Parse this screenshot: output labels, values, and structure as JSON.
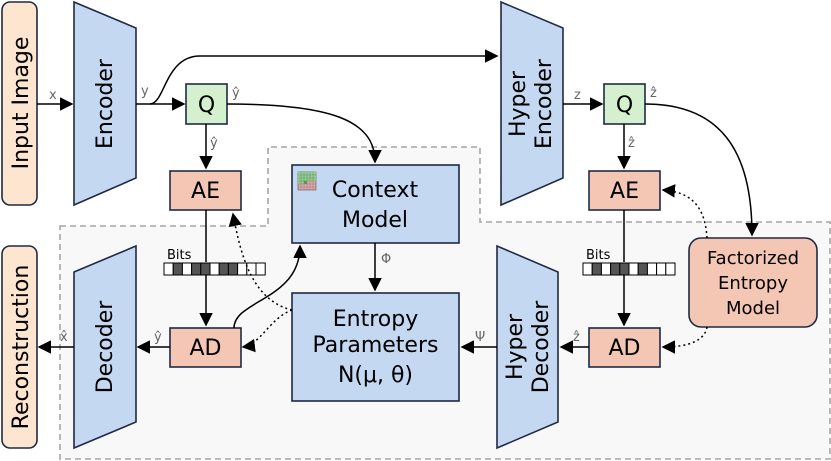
{
  "labels": {
    "input_image": "Input Image",
    "reconstruction": "Reconstruction",
    "encoder": "Encoder",
    "decoder": "Decoder",
    "hyper_encoder_1": "Hyper",
    "hyper_encoder_2": "Encoder",
    "hyper_decoder_1": "Hyper",
    "hyper_decoder_2": "Decoder",
    "q": "Q",
    "ae": "AE",
    "ad": "AD",
    "context_model_1": "Context",
    "context_model_2": "Model",
    "entropy_params_1": "Entropy",
    "entropy_params_2": "Parameters",
    "entropy_params_3": "N(μ, θ)",
    "factorized_1": "Factorized",
    "factorized_2": "Entropy",
    "factorized_3": "Model",
    "bits": "Bits"
  },
  "edges": {
    "x": "x",
    "y": "y",
    "y_hat": "ŷ",
    "z": "z",
    "z_hat": "ẑ",
    "x_hat": "x̂",
    "phi": "Φ",
    "psi": "Ψ"
  },
  "colors": {
    "blue_fill": "#c5d8f2",
    "blue_stroke": "#1f2a44",
    "green_fill": "#d5f0cf",
    "salmon_fill": "#f4c7b5",
    "input_fill": "#fde5cf",
    "dashed": "#a6a6a6"
  },
  "bitstrip_pattern": [
    0,
    1,
    0,
    1,
    1,
    0,
    1,
    1,
    0,
    0,
    0
  ],
  "factorized_bitstrip_pattern": [
    0,
    1,
    0,
    1,
    1,
    0,
    1,
    0,
    0,
    0
  ]
}
